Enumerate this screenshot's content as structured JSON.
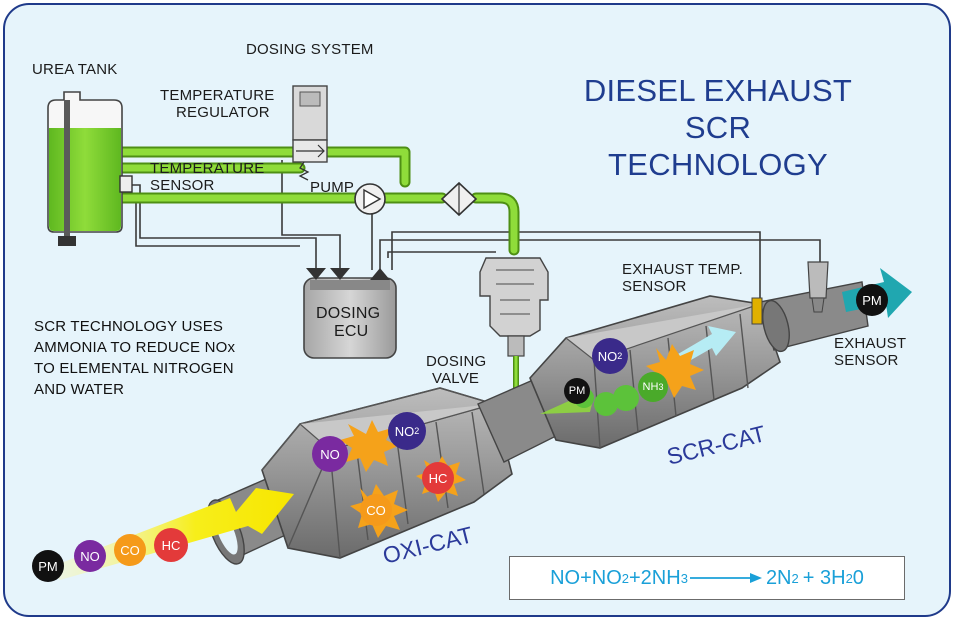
{
  "title": {
    "line1": "DIESEL EXHAUST SCR",
    "line2": "TECHNOLOGY"
  },
  "labels": {
    "urea_tank": "UREA TANK",
    "dosing_system": "DOSING SYSTEM",
    "temperature_regulator_1": "TEMPERATURE",
    "temperature_regulator_2": "REGULATOR",
    "temperature_sensor_1": "TEMPERATURE",
    "temperature_sensor_2": "SENSOR",
    "pump": "PUMP",
    "dosing_ecu_1": "DOSING",
    "dosing_ecu_2": "ECU",
    "dosing_valve_1": "DOSING",
    "dosing_valve_2": "VALVE",
    "exhaust_temp_sensor_1": "EXHAUST TEMP.",
    "exhaust_temp_sensor_2": "SENSOR",
    "exhaust_sensor_1": "EXHAUST",
    "exhaust_sensor_2": "SENSOR",
    "oxi_cat": "OXI-CAT",
    "scr_cat": "SCR-CAT"
  },
  "description": {
    "line1": "SCR TECHNOLOGY USES",
    "line2": "AMMONIA TO REDUCE NOx",
    "line3": "TO ELEMENTAL NITROGEN",
    "line4": "AND WATER"
  },
  "molecules": {
    "inlet_pm": "PM",
    "inlet_no": "NO",
    "inlet_co": "CO",
    "inlet_hc": "HC",
    "oxi_no": "NO",
    "oxi_no2": "NO2",
    "oxi_hc": "HC",
    "oxi_co": "CO",
    "scr_no2": "NO2",
    "scr_pm": "PM",
    "scr_nh3": "NH3",
    "outlet_pm": "PM"
  },
  "equation": {
    "p1": "NO+NO",
    "s1": "2",
    "p2": "+2NH",
    "s2": "3",
    "p3": "2N",
    "s3": "2",
    "p4": "+ 3H",
    "s4": "2",
    "p5": "0"
  },
  "colors": {
    "border": "#1f3a8a",
    "background": "#e6f4fb",
    "urea_green": "#86d42e",
    "title_blue": "#1f3d8f",
    "equation_blue": "#1aa0d8",
    "exhaust_yellow": "#f7ee1a",
    "exhaust_teal": "#20a7b0"
  }
}
